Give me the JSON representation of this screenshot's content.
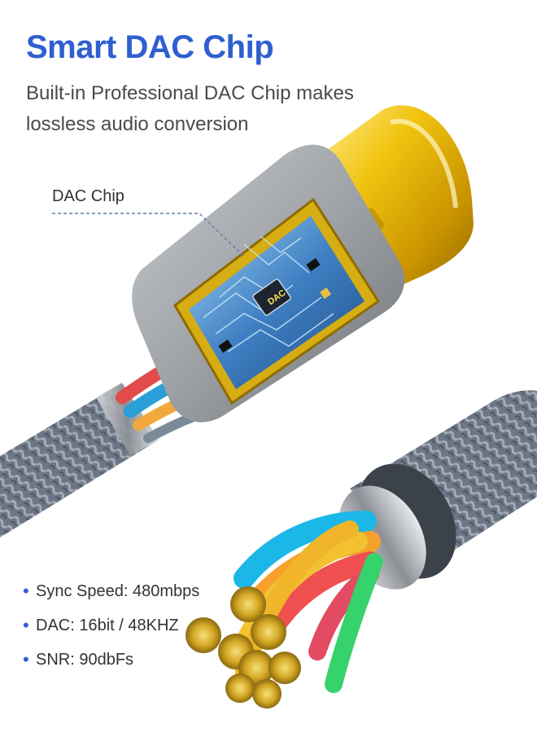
{
  "heading": {
    "title": "Smart DAC Chip",
    "subtitle": "Built-in Professional DAC Chip makes lossless audio conversion"
  },
  "callout": {
    "label": "DAC Chip",
    "chip_marking": "DAC"
  },
  "specs": {
    "bullet": "•",
    "items": [
      "Sync Speed: 480mbps",
      "DAC: 16bit / 48KHZ",
      "SNR: 90dbFs"
    ]
  },
  "colors": {
    "title_blue": "#2f5fd0",
    "gold": "#e6b800",
    "housing_gray": "#9a9ea3",
    "braid_gray": "#6c7684",
    "pcb_blue": "#3f7fc2"
  }
}
